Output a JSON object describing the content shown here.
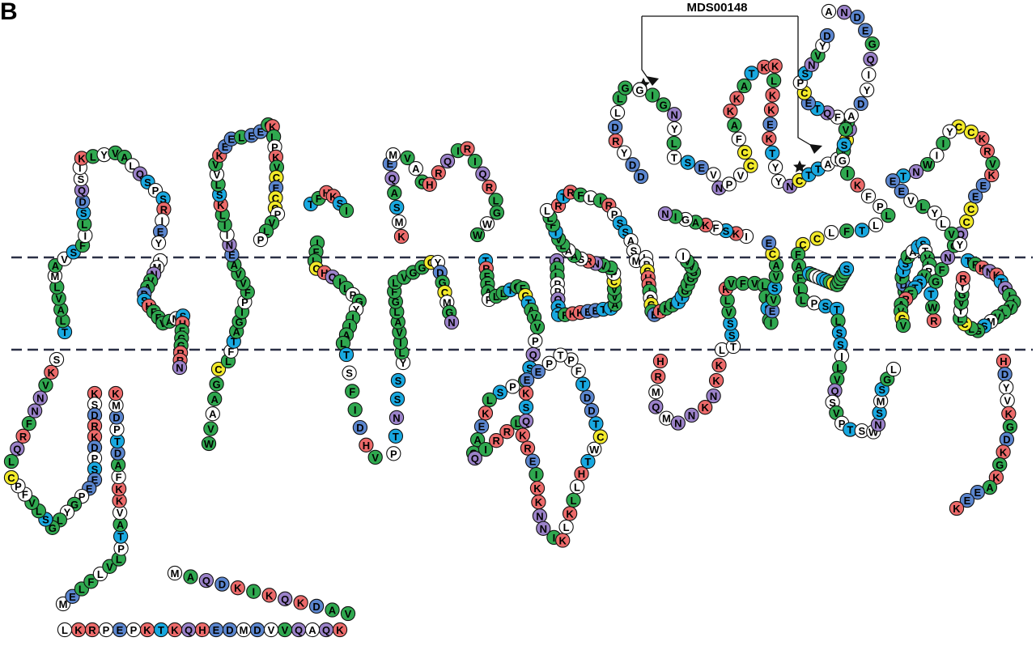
{
  "figure": {
    "panel_label": "B",
    "region_label": "MDS00148",
    "colors": {
      "hydrophobic": "#2fa84f",
      "polar_blue": "#18a8e0",
      "positive": "#ec6a6a",
      "negative": "#5b86cf",
      "amide": "#9b82c9",
      "cysteine": "#f2ea2a",
      "other": "#ffffff",
      "membrane_line": "#2a2f45"
    },
    "marker_icon": "star-icon",
    "segments": [
      {
        "id": "seg01",
        "residues": "MAQDKIKQKDAV"
      },
      {
        "id": "seg02",
        "residues": "KQAQVVDMDEHQKTKPEPRKL"
      },
      {
        "id": "seg03",
        "residues": "MELFLVLPTAVKKFADTPDMK"
      },
      {
        "id": "seg04",
        "residues": "KSDRKDPSEEPGYLGSLVFPC"
      },
      {
        "id": "seg05",
        "residues": "LQRFNNVKS"
      },
      {
        "id": "seg06",
        "residues": "TLAVLMAVSFILSDQSIKLYVALQSPSRIEY"
      },
      {
        "id": "seg07",
        "residues": "LMNVADSHFFVAMSHFGGRRN"
      },
      {
        "id": "seg08",
        "residues": "WVAAGC"
      },
      {
        "id": "seg09",
        "residues": "LFTAGIPFVVAENIILKSLVVKEELEEGKLPKVCECCPVLP"
      },
      {
        "id": "seg10",
        "residues": "TFHKSI"
      },
      {
        "id": "seg11",
        "residues": "IFLCHQILPGYIIAL"
      },
      {
        "id": "seg12",
        "residues": "TSFIDHVPTNSS"
      },
      {
        "id": "seg13",
        "residues": "YLIVALGFLVGGCYDGCMGN"
      },
      {
        "id": "seg14",
        "residues": "KMSAQEMVAGHRQIRIQRLGWW"
      },
      {
        "id": "seg15",
        "residues": "TRFFAPLLTGFCTAV"
      },
      {
        "id": "seg16",
        "residues": "VPQSLPSLKEAGQIRRLKREIKKNNIKLKLLHTWCTDDTFPTPEEKSQ"
      },
      {
        "id": "seg17",
        "residues": "QLLPPQSTFKKEETTAVVCPLVNRSAALVTFLL"
      },
      {
        "id": "seg18",
        "residues": "RTRFLIRPSSASM"
      },
      {
        "id": "seg19",
        "residues": "LPCHRIOCIEHFFTTGFGGVVI"
      },
      {
        "id": "seg20",
        "residues": "HRMQMNNKNKKL"
      },
      {
        "id": "seg21",
        "residues": "TSSVLKVFVLISLIEVSVACE"
      },
      {
        "id": "seg22",
        "residues": "IKSFKAGIN"
      },
      {
        "id": "seg23",
        "residues": "DDYRDLLGGIGNYLTSEVNPVCCFAKKATKKLKKEKTYY"
      },
      {
        "id": "seg24",
        "residues": "NCTTAPVCNGFQTECPSNVYD"
      },
      {
        "id": "seg25",
        "residues": "ANDEGQIYDAVSGIKFPLLTFLCC"
      },
      {
        "id": "seg26",
        "residues": "FAFLLPSTLSSILVQSVPTSWNSMSGL"
      },
      {
        "id": "seg27",
        "residues": "TFPYSTACGLIVIS"
      },
      {
        "id": "seg28",
        "residues": "WDFTSAATSTVLPVSTFRAVCV"
      },
      {
        "id": "seg29",
        "residues": "RWTGFNGQCCEEKVRKCCYIIWNTEEVLYLVY"
      },
      {
        "id": "seg30",
        "residues": "TFKNKTQIIVLVMSGLCLYVGYR"
      },
      {
        "id": "seg31",
        "residues": "HDYVKGDKGKAEEK"
      }
    ]
  }
}
